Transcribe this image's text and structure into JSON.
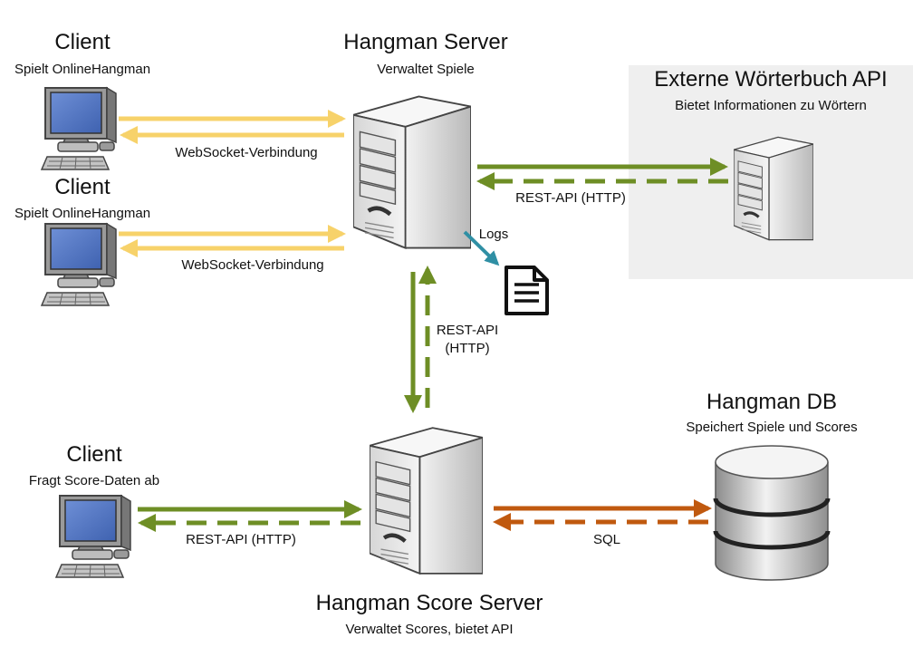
{
  "nodes": {
    "client1": {
      "title": "Client",
      "subtitle": "Spielt OnlineHangman"
    },
    "client2": {
      "title": "Client",
      "subtitle": "Spielt OnlineHangman"
    },
    "client3": {
      "title": "Client",
      "subtitle": "Fragt Score-Daten ab"
    },
    "hangman_server": {
      "title": "Hangman Server",
      "subtitle": "Verwaltet Spiele"
    },
    "dictionary_api": {
      "title": "Externe Wörterbuch API",
      "subtitle": "Bietet Informationen zu Wörtern"
    },
    "score_server": {
      "title": "Hangman Score Server",
      "subtitle": "Verwaltet Scores, bietet API"
    },
    "hangman_db": {
      "title": "Hangman DB",
      "subtitle": "Speichert Spiele und Scores"
    },
    "log_file": {
      "icon": "document-icon"
    }
  },
  "edges": {
    "ws1": {
      "label": "WebSocket-Verbindung",
      "color": "#f7d26a"
    },
    "ws2": {
      "label": "WebSocket-Verbindung",
      "color": "#f7d26a"
    },
    "rest_dictionary": {
      "label": "REST-API (HTTP)",
      "color": "#6e8e25"
    },
    "logs": {
      "label": "Logs",
      "color": "#2f8fa4"
    },
    "rest_server_score": {
      "label_line1": "REST-API",
      "label_line2": "(HTTP)",
      "color": "#6e8e25"
    },
    "rest_client_score": {
      "label": "REST-API (HTTP)",
      "color": "#6e8e25"
    },
    "sql": {
      "label": "SQL",
      "color": "#c0590f"
    }
  }
}
